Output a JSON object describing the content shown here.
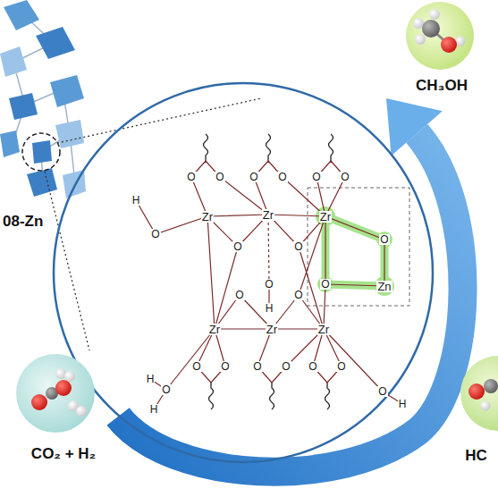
{
  "diagram": {
    "nodes": [
      {
        "text": [
          "CH₃OH"
        ]
      },
      {
        "text": [
          "CO₂ + H₂"
        ]
      },
      {
        "text": [
          "HC"
        ]
      }
    ],
    "edges": [
      {
        "from": 1,
        "to": 0,
        "arrow": "to"
      }
    ],
    "labels": [
      "08-Zn",
      "H",
      "O",
      "Zr",
      "Zr",
      "Zr",
      "O",
      "O",
      "O",
      "O",
      "O",
      "O",
      "O",
      "O",
      "O",
      "O",
      "H",
      "O",
      "O",
      "O",
      "Zn",
      "Zr",
      "Zr",
      "Zr",
      "O",
      "O",
      "O",
      "O",
      "O",
      "O",
      "O",
      "H",
      "H",
      "O",
      "H"
    ]
  }
}
